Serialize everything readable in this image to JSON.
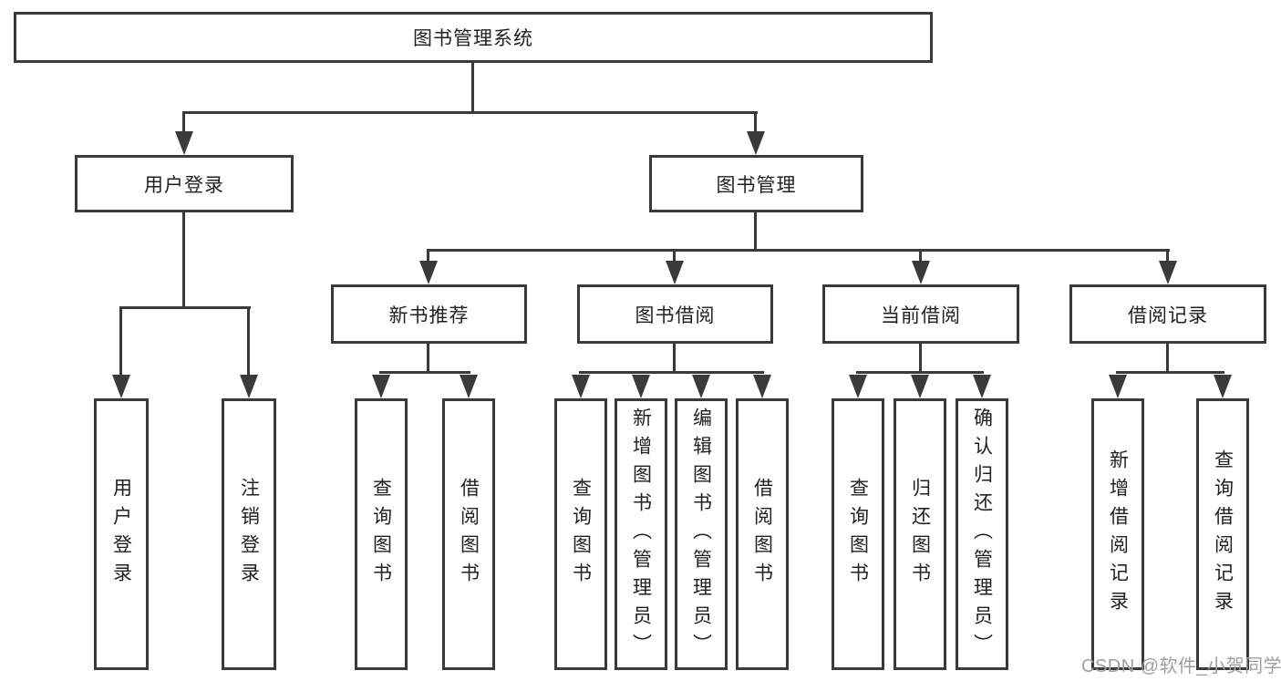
{
  "colors": {
    "line": "#3a3a3a",
    "text": "#212121",
    "watermark": "#9e9e9e",
    "background": "#ffffff"
  },
  "tree": {
    "label": "图书管理系统",
    "children": [
      {
        "label": "用户登录",
        "children": [
          {
            "label": "用户登录"
          },
          {
            "label": "注销登录"
          }
        ]
      },
      {
        "label": "图书管理",
        "children": [
          {
            "label": "新书推荐",
            "children": [
              {
                "label": "查询图书"
              },
              {
                "label": "借阅图书"
              }
            ]
          },
          {
            "label": "图书借阅",
            "children": [
              {
                "label": "查询图书"
              },
              {
                "label": "新增图书（管理员）"
              },
              {
                "label": "编辑图书（管理员）"
              },
              {
                "label": "借阅图书"
              }
            ]
          },
          {
            "label": "当前借阅",
            "children": [
              {
                "label": "查询图书"
              },
              {
                "label": "归还图书"
              },
              {
                "label": "确认归还（管理员）"
              }
            ]
          },
          {
            "label": "借阅记录",
            "children": [
              {
                "label": "新增借阅记录"
              },
              {
                "label": "查询借阅记录"
              }
            ]
          }
        ]
      }
    ]
  },
  "watermark": {
    "text": "CSDN @软件_小贺同学"
  }
}
